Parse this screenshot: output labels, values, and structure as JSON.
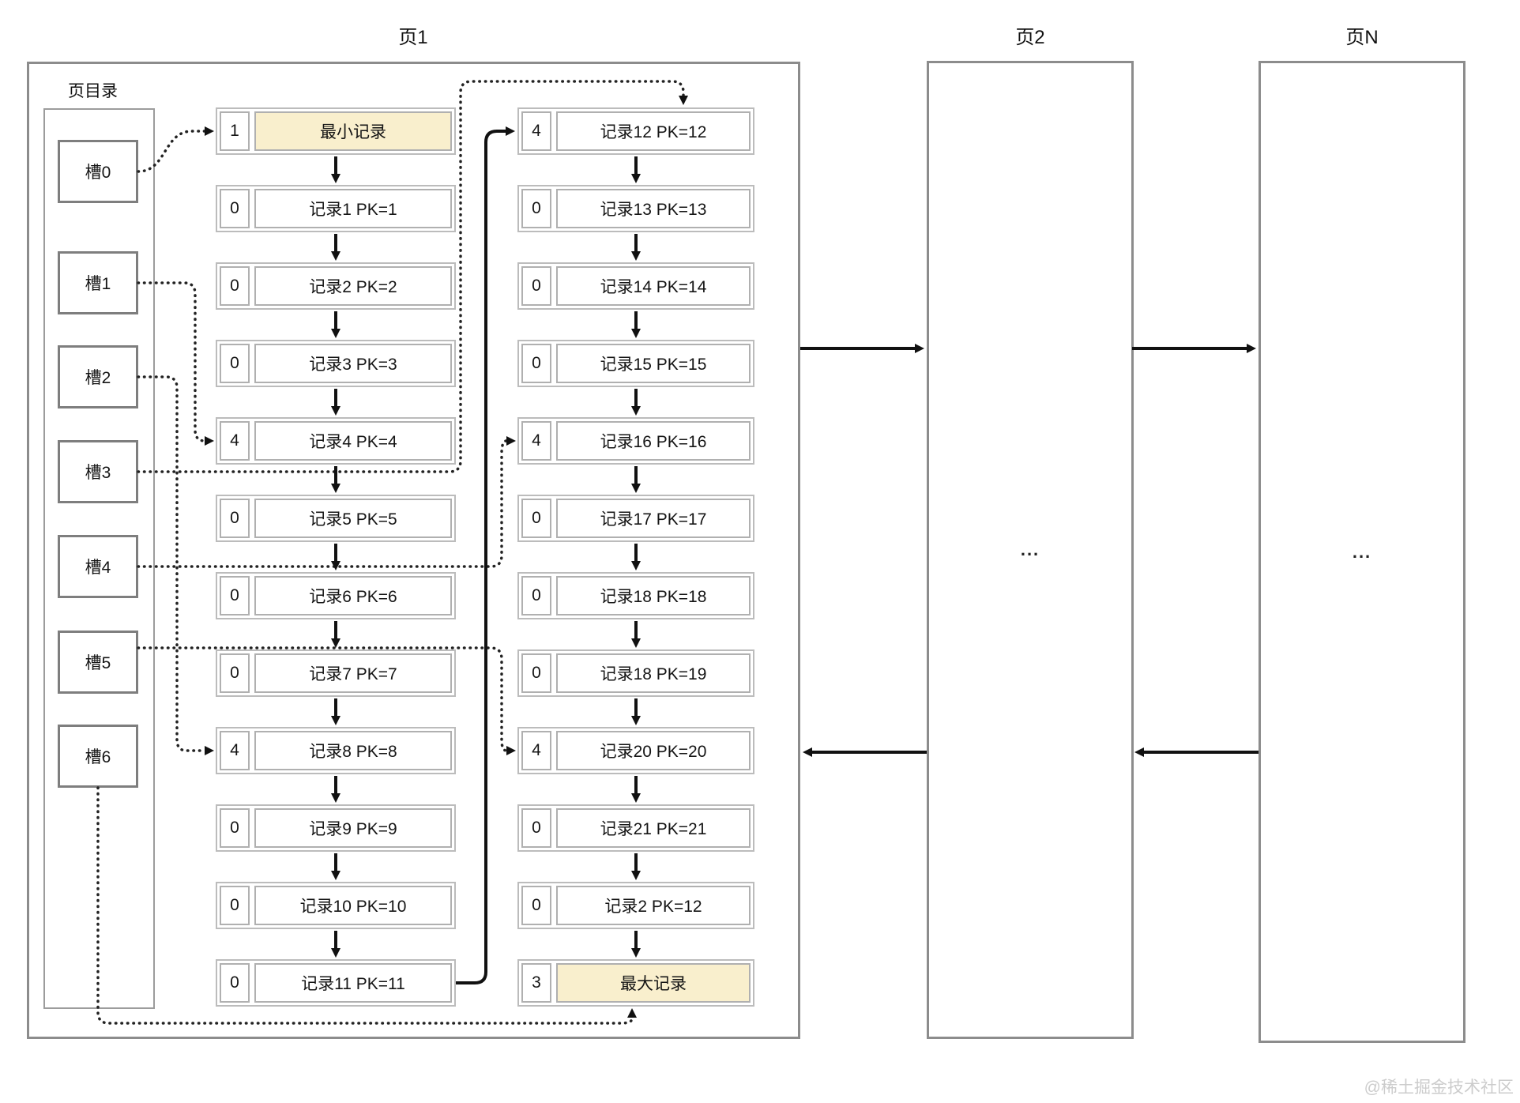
{
  "page1": {
    "title": "页1",
    "directory_label": "页目录",
    "slots": [
      "槽0",
      "槽1",
      "槽2",
      "槽3",
      "槽4",
      "槽5",
      "槽6"
    ],
    "left_records": [
      {
        "flag": "1",
        "label": "最小记录",
        "highlight": true
      },
      {
        "flag": "0",
        "label": "记录1 PK=1"
      },
      {
        "flag": "0",
        "label": "记录2 PK=2"
      },
      {
        "flag": "0",
        "label": "记录3 PK=3"
      },
      {
        "flag": "4",
        "label": "记录4 PK=4"
      },
      {
        "flag": "0",
        "label": "记录5 PK=5"
      },
      {
        "flag": "0",
        "label": "记录6 PK=6"
      },
      {
        "flag": "0",
        "label": "记录7 PK=7"
      },
      {
        "flag": "4",
        "label": "记录8 PK=8"
      },
      {
        "flag": "0",
        "label": "记录9 PK=9"
      },
      {
        "flag": "0",
        "label": "记录10 PK=10"
      },
      {
        "flag": "0",
        "label": "记录11 PK=11"
      }
    ],
    "right_records": [
      {
        "flag": "4",
        "label": "记录12 PK=12"
      },
      {
        "flag": "0",
        "label": "记录13 PK=13"
      },
      {
        "flag": "0",
        "label": "记录14 PK=14"
      },
      {
        "flag": "0",
        "label": "记录15 PK=15"
      },
      {
        "flag": "4",
        "label": "记录16 PK=16"
      },
      {
        "flag": "0",
        "label": "记录17 PK=17"
      },
      {
        "flag": "0",
        "label": "记录18 PK=18"
      },
      {
        "flag": "0",
        "label": "记录18 PK=19"
      },
      {
        "flag": "4",
        "label": "记录20 PK=20"
      },
      {
        "flag": "0",
        "label": "记录21 PK=21"
      },
      {
        "flag": "0",
        "label": "记录2 PK=12"
      },
      {
        "flag": "3",
        "label": "最大记录",
        "highlight": true
      }
    ]
  },
  "page2": {
    "title": "页2",
    "placeholder": "..."
  },
  "pageN": {
    "title": "页N",
    "placeholder": "..."
  },
  "watermark": "@稀土掘金技术社区",
  "colors": {
    "highlight": "#f9efcd"
  }
}
